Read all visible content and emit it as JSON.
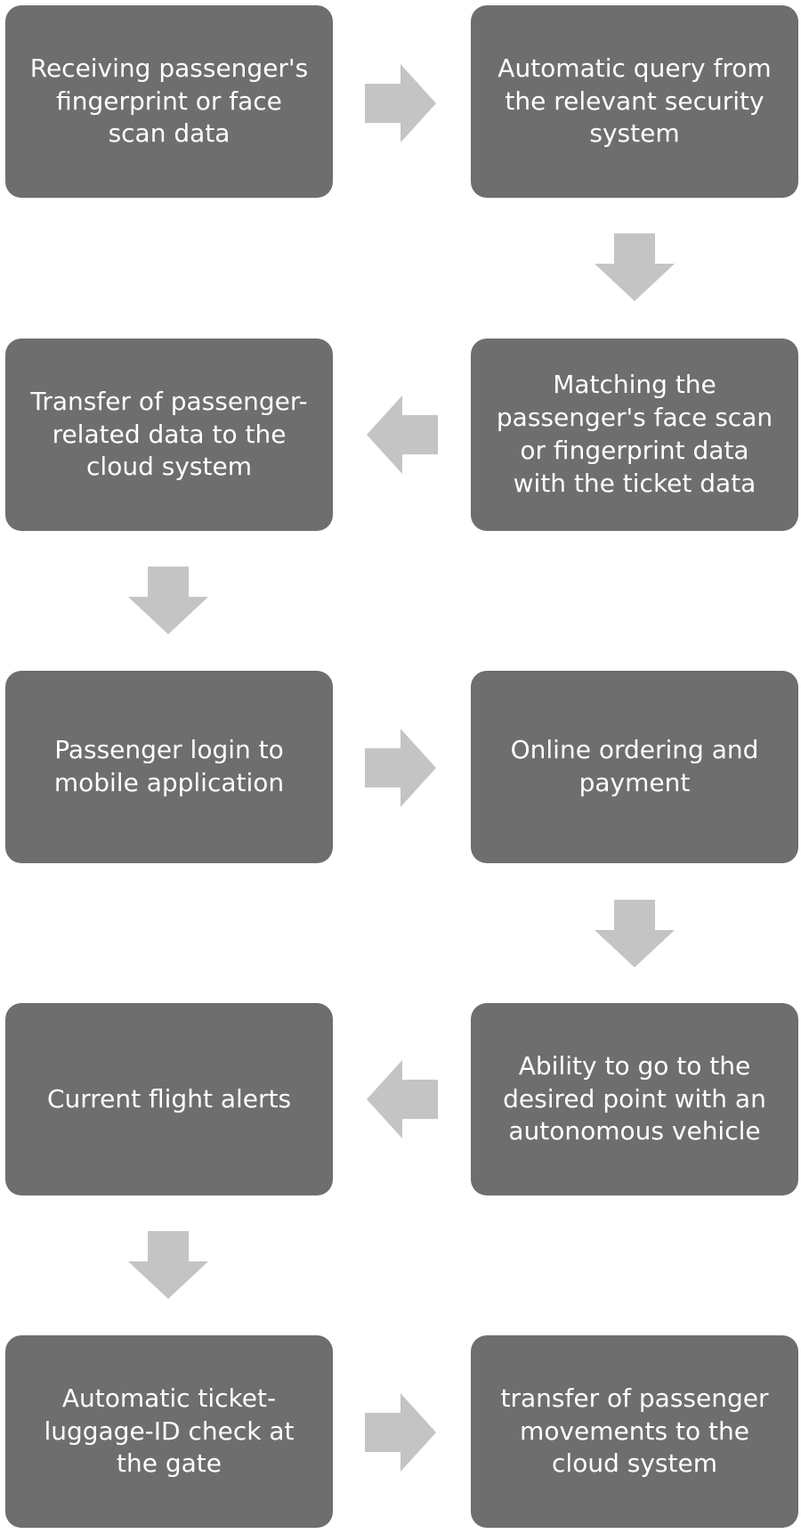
{
  "diagram": {
    "steps": [
      {
        "id": 1,
        "text": "Receiving passenger's\nfingerprint or face\nscan data"
      },
      {
        "id": 2,
        "text": "Automatic query from\nthe relevant security\nsystem"
      },
      {
        "id": 3,
        "text": "Matching the\npassenger's face scan\nor fingerprint data\nwith the ticket data"
      },
      {
        "id": 4,
        "text": "Transfer of passenger-\nrelated data to the\ncloud system"
      },
      {
        "id": 5,
        "text": "Passenger login to\nmobile application"
      },
      {
        "id": 6,
        "text": "Online ordering and\npayment"
      },
      {
        "id": 7,
        "text": "Ability to go to the\ndesired point with an\nautonomous vehicle"
      },
      {
        "id": 8,
        "text": "Current flight alerts"
      },
      {
        "id": 9,
        "text": "Automatic ticket-\nluggage-ID check at\nthe gate"
      },
      {
        "id": 10,
        "text": "transfer of passenger\nmovements to the\ncloud system"
      }
    ],
    "colors": {
      "box": "#6e6e6e",
      "box_text": "#ffffff",
      "arrow": "#c4c4c4"
    },
    "arrow_icons": {
      "right": "arrow-right-icon",
      "down": "arrow-down-icon",
      "left": "arrow-left-icon"
    }
  }
}
